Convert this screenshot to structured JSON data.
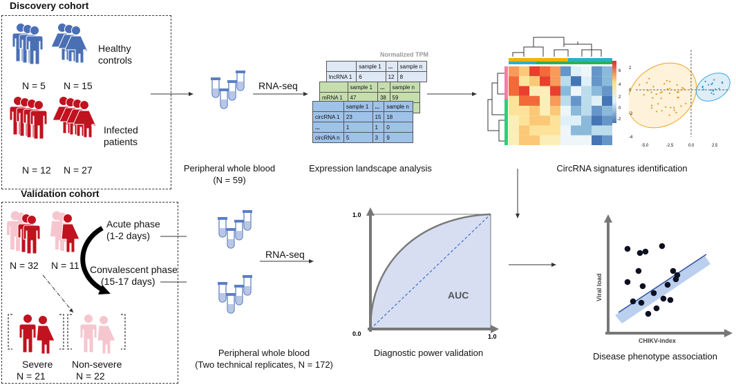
{
  "discovery": {
    "title": "Discovery cohort",
    "healthy_label_line1": "Healthy",
    "healthy_label_line2": "controls",
    "infected_label_line1": "Infected",
    "infected_label_line2": "patients",
    "n_healthy_a": "N = 5",
    "n_healthy_b": "N = 15",
    "n_infected_a": "N = 12",
    "n_infected_b": "N = 27"
  },
  "validation": {
    "title": "Validation cohort",
    "n_a": "N = 32",
    "n_b": "N = 11",
    "acute_line1": "Acute phase",
    "acute_line2": "(1-2 days)",
    "conv_line1": "Convalescent phase",
    "conv_line2": "(15-17 days)",
    "severe": "Severe",
    "severe_n": "N = 21",
    "nonsevere": "Non-severe",
    "nonsevere_n": "N = 22"
  },
  "steps": {
    "rnaseq_top": "RNA-seq",
    "rnaseq_bottom": "RNA-seq",
    "blood_top_line1": "Peripheral whole blood",
    "blood_top_line2": "(N = 59)",
    "blood_bottom_line1": "Peripheral whole blood",
    "blood_bottom_line2": "(Two technical replicates, N = 172)",
    "expression": "Expression landscape analysis",
    "circrna": "CircRNA signatures identification",
    "diagnostic": "Diagnostic power validation",
    "phenotype": "Disease phenotype association"
  },
  "tables": {
    "title": "Normalized TPM",
    "lnc": {
      "header": [
        "",
        "sample 1",
        "...",
        "sample n"
      ],
      "row": [
        "lncRNA 1",
        "6",
        "12",
        "8"
      ]
    },
    "mrna": {
      "header": [
        "",
        "sample 1",
        "...",
        "sample n"
      ],
      "row": [
        "mRNA 1",
        "47",
        "38",
        "59"
      ]
    },
    "circ": {
      "header": [
        "",
        "sample 1",
        "...",
        "sample n"
      ],
      "rows": [
        [
          "circRNA 1",
          "23",
          "15",
          "18"
        ],
        [
          "...",
          "1",
          "1",
          "0"
        ],
        [
          "circRNA n",
          "5",
          "3",
          "9"
        ]
      ]
    }
  },
  "heatmap": {
    "scale_ticks": [
      "6",
      "4",
      "2",
      "0",
      "-2"
    ]
  },
  "pca": {
    "x_ticks": [
      "-5.0",
      "-2.5",
      "0.0",
      "2.5"
    ],
    "y_ticks": [
      "2",
      "0",
      "-2",
      "-4"
    ]
  },
  "roc": {
    "auc": "AUC",
    "y_top": "1.0",
    "origin": "0.0",
    "x_end": "1.0"
  },
  "scatter": {
    "xlabel": "CHIKV-index",
    "ylabel": "Viral load"
  },
  "colors": {
    "healthy_blue": "#4a6fb5",
    "infected_red": "#c0121f",
    "light_pink": "#f6c6cf",
    "roc_fill": "#d7def2",
    "arrow": "#333333"
  }
}
